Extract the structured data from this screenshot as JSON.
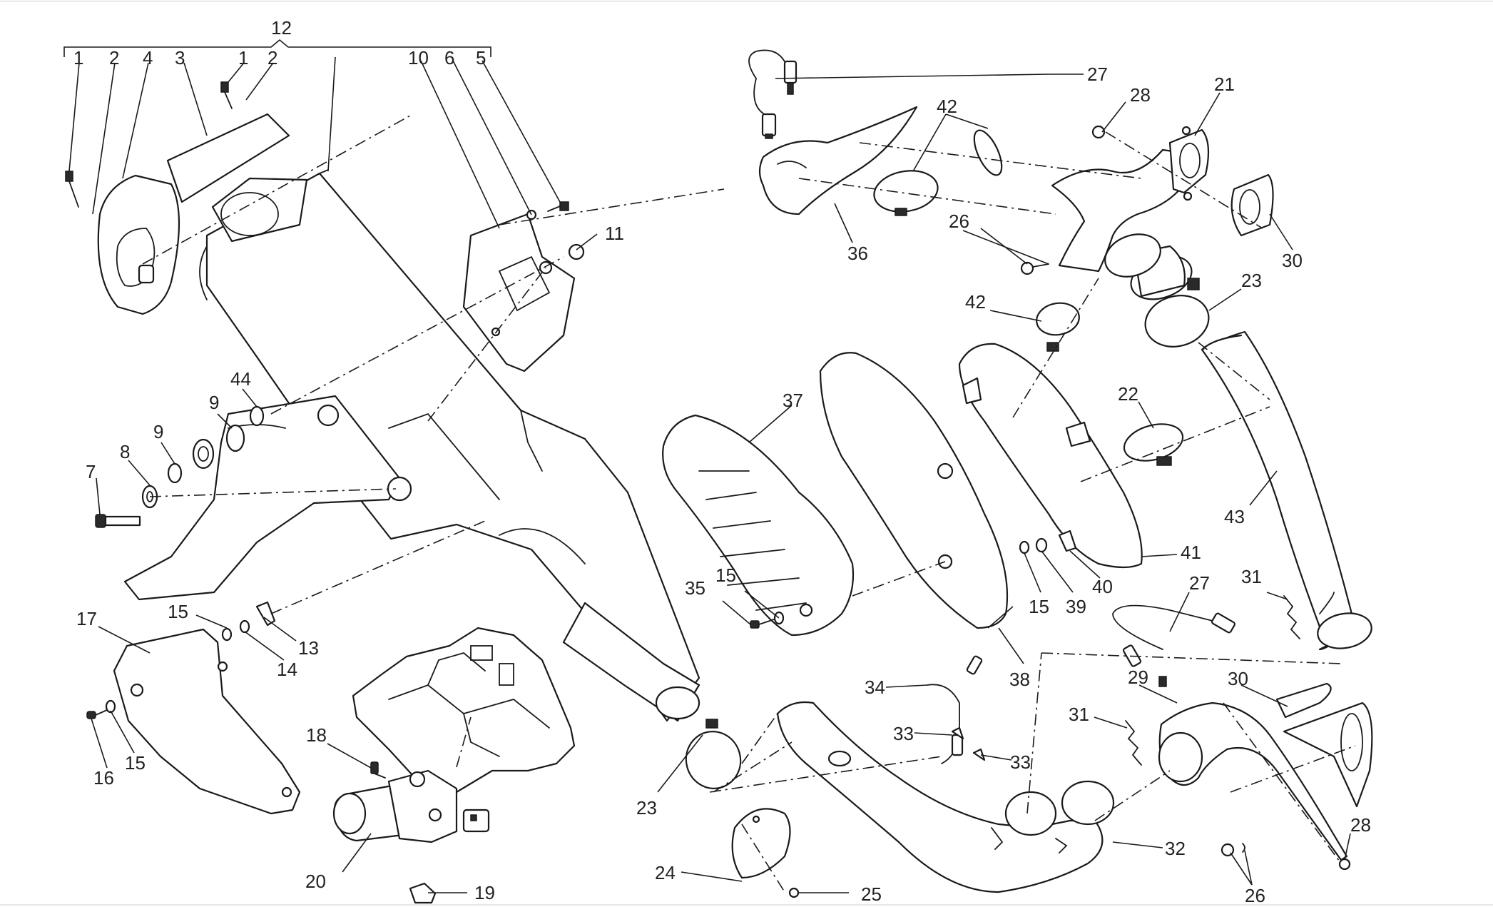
{
  "diagram": {
    "labels": {
      "l12": "12",
      "l1a": "1",
      "l2a": "2",
      "l4": "4",
      "l3": "3",
      "l1b": "1",
      "l2b": "2",
      "l10": "10",
      "l6": "6",
      "l5": "5",
      "l11": "11",
      "l44": "44",
      "l9a": "9",
      "l9b": "9",
      "l8": "8",
      "l7": "7",
      "l17": "17",
      "l15a": "15",
      "l14": "14",
      "l13": "13",
      "l16": "16",
      "l15b": "15",
      "l18": "18",
      "l20": "20",
      "l19": "19",
      "l23a": "23",
      "l24": "24",
      "l25": "25",
      "l27a": "27",
      "l28a": "28",
      "l21": "21",
      "l42a": "42",
      "l36": "36",
      "l26a": "26",
      "l30a": "30",
      "l42b": "42",
      "l23b": "23",
      "l37": "37",
      "l22": "22",
      "l43": "43",
      "l35": "35",
      "l15c": "15",
      "l38": "38",
      "l15d": "15",
      "l39": "39",
      "l40": "40",
      "l41": "41",
      "l27b": "27",
      "l31a": "31",
      "l29": "29",
      "l30b": "30",
      "l34": "34",
      "l33a": "33",
      "l33b": "33",
      "l31b": "31",
      "l32": "32",
      "l28b": "28",
      "l26b": "26"
    }
  }
}
